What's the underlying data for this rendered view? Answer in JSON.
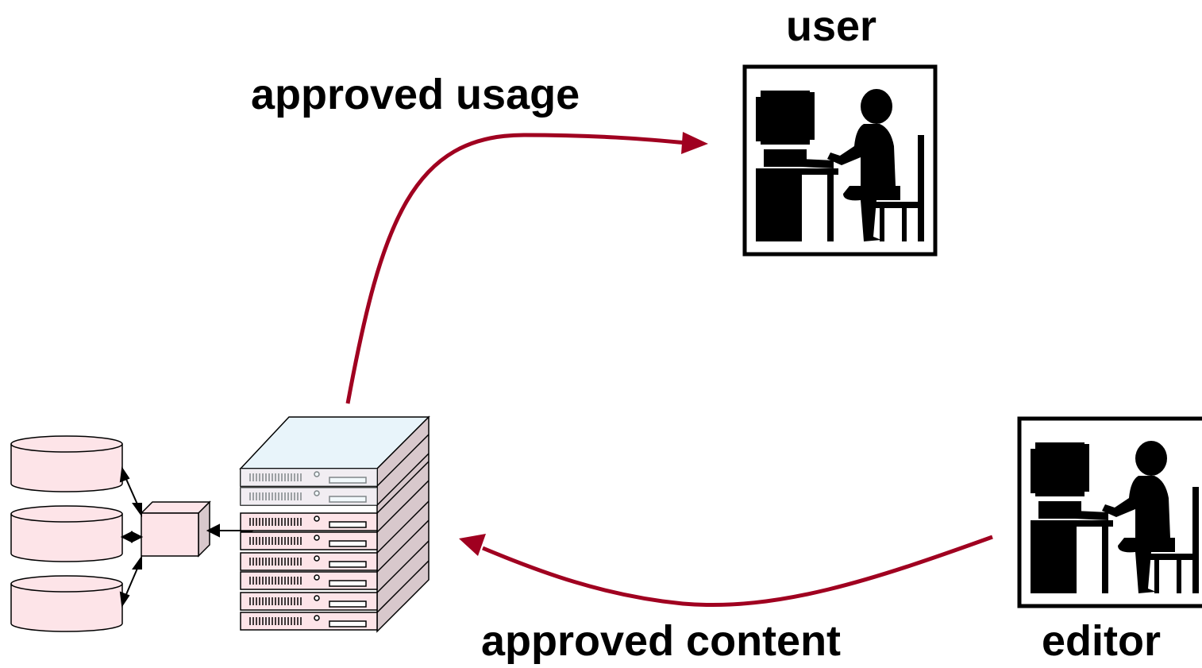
{
  "labels": {
    "user": "user",
    "approved_usage": "approved usage",
    "approved_content": "approved content",
    "editor": "editor"
  },
  "icons": {
    "user": "person-at-computer-icon",
    "editor": "person-at-computer-icon",
    "server": "server-stack-icon",
    "storage": "database-disks-icon",
    "switch": "network-switch-icon"
  },
  "colors": {
    "arrow": "#a00020",
    "disk_fill": "#fde4e8",
    "server_top_fill": "#e8f4fa",
    "server_fill": "#fde4e8",
    "server_side_fill": "#d8c8cc"
  }
}
